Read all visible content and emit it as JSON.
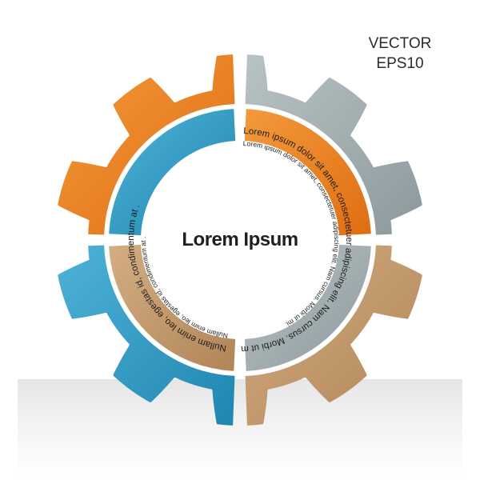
{
  "badge": {
    "line1": "VECTOR",
    "line2": "EPS10"
  },
  "center": {
    "title": "Lorem Ipsum"
  },
  "ring_text": {
    "outer_right": "Lorem ipsum dolor sit amet, consectetuer adipiscing elit. Nam cursus. Morbi ut mi.",
    "outer_left": "Nullam enim leo, egestas id, condimentum at .",
    "inner_right": "Lorem ipsum dolor sit amet, consectetuer adipiscing elit. Nam cursus. Morbi ut mi.",
    "inner_left": "Nullam enim leo, egestas id, condimentum at ."
  },
  "colors": {
    "orange": "#ef7d22",
    "gray": "#9aa7aa",
    "blue": "#2f9cc6",
    "tan": "#c39a6b"
  }
}
